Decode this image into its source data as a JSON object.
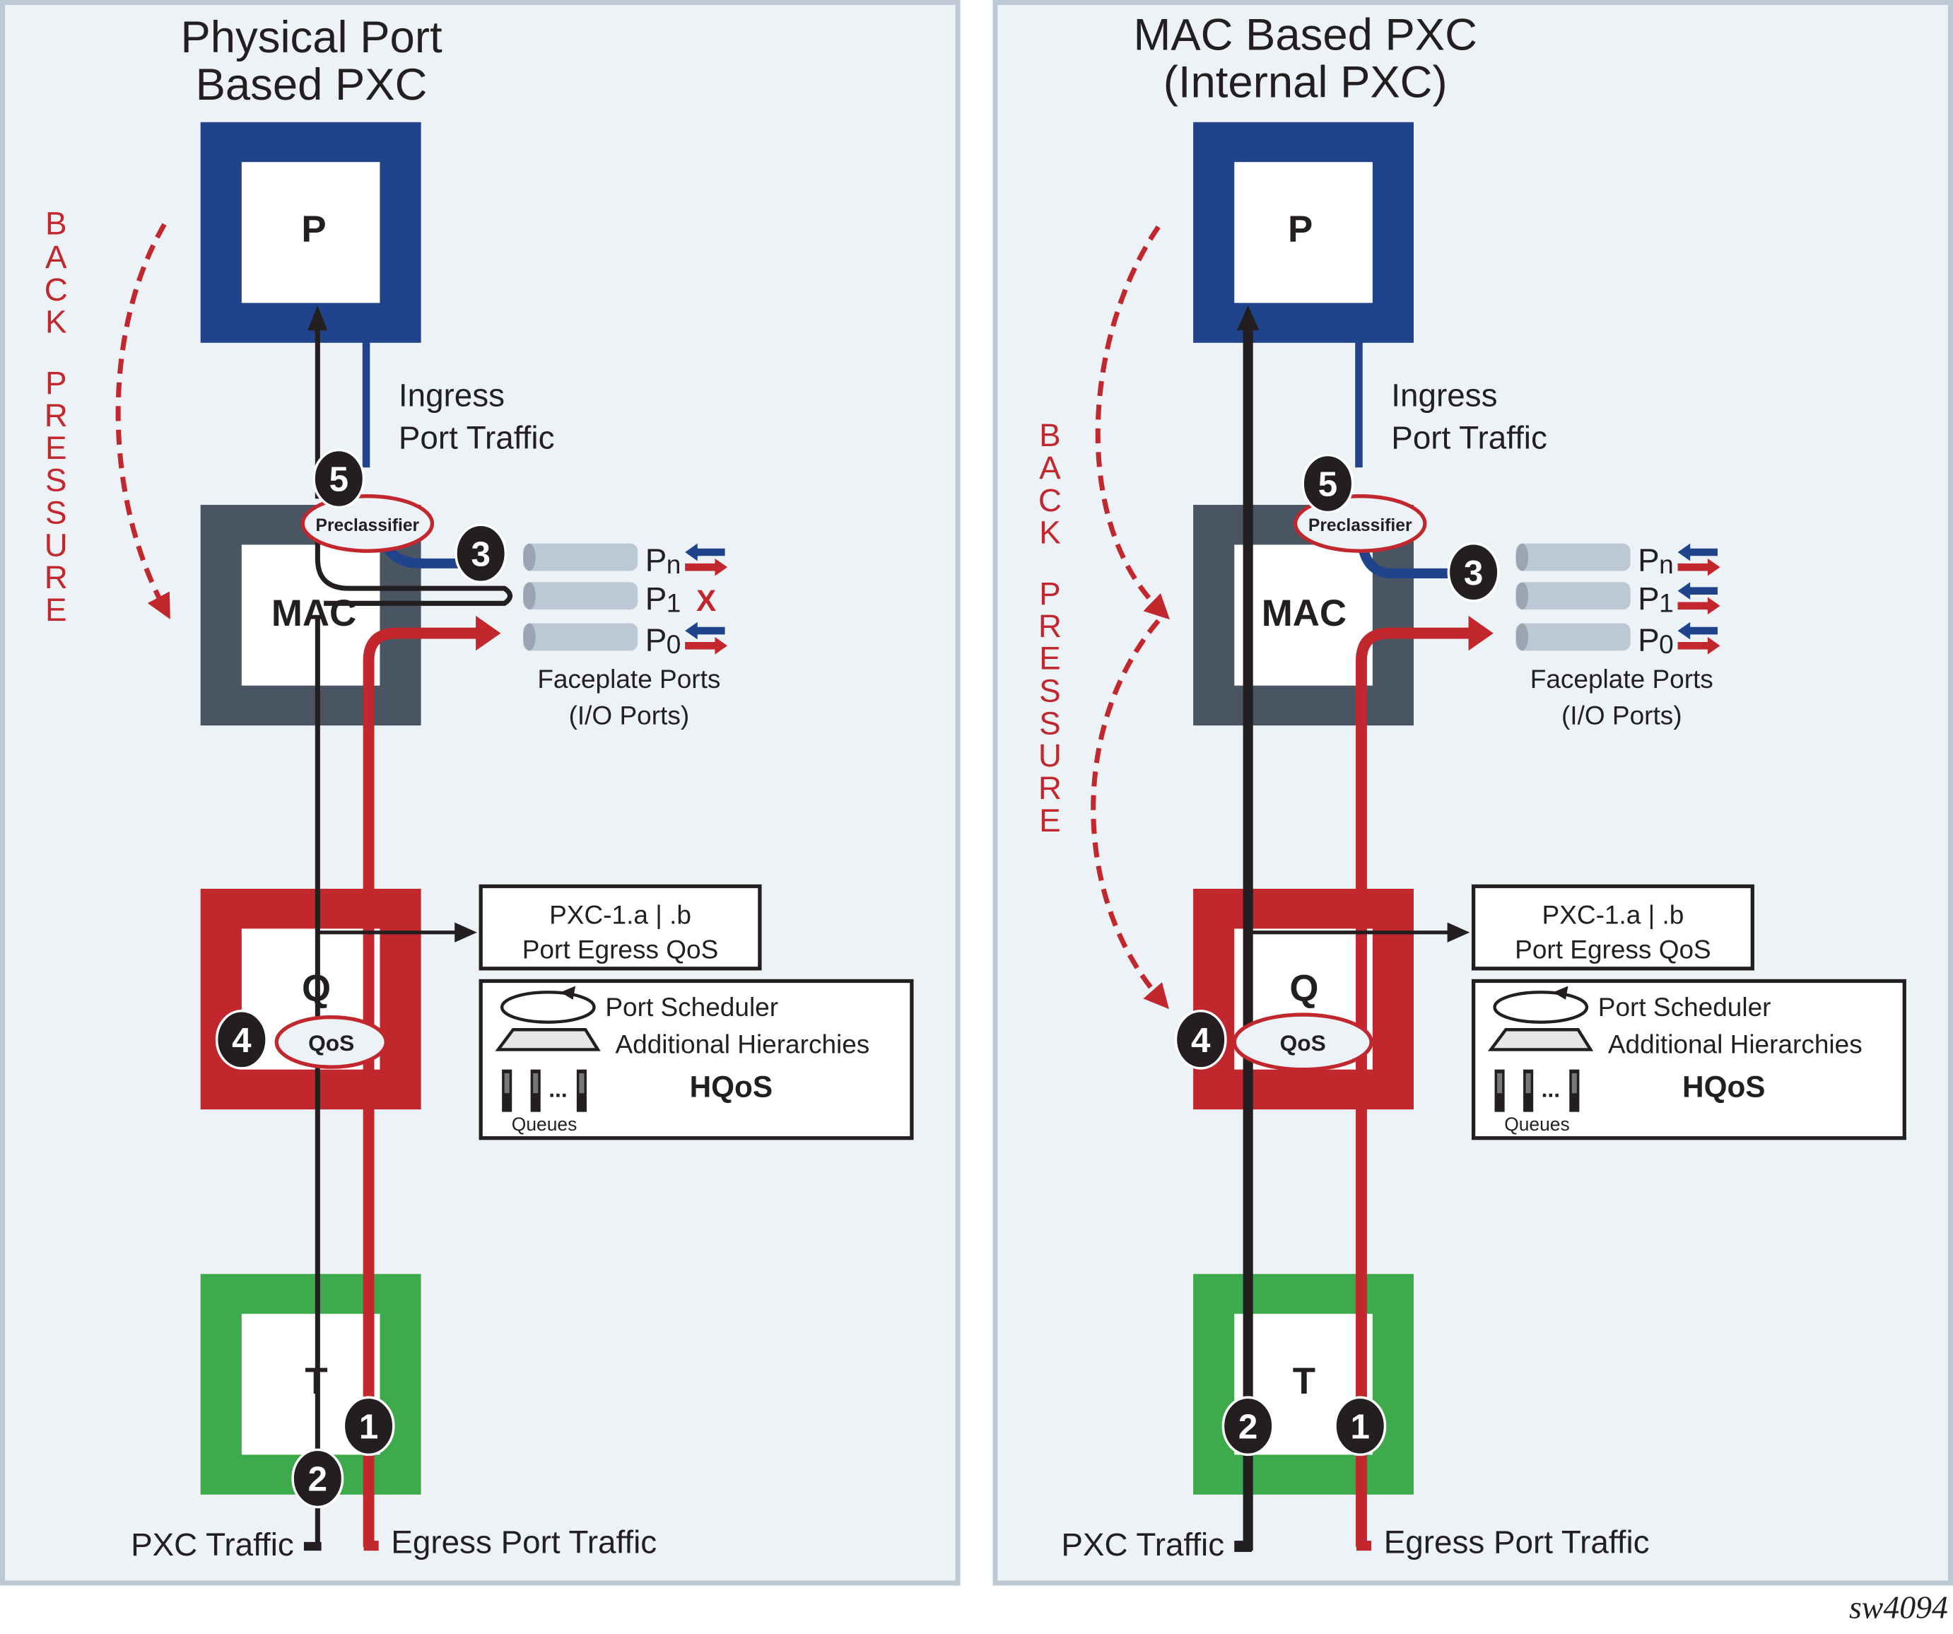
{
  "figure_id": "sw4094",
  "colors": {
    "panel_bg": "#edf2f7",
    "panel_border": "#bcc8d3",
    "p_box": "#1f448c",
    "mac_box": "#4a5564",
    "q_box": "#c1272d",
    "t_box": "#3dab4b",
    "pxc_line": "#231f20",
    "egress_line": "#c1272d",
    "ingress_line": "#1f448c",
    "back_pressure": "#c1272d",
    "port_cylinder": "#bcc8d3"
  },
  "panels": [
    {
      "id": "physical",
      "title_line1": "Physical Port",
      "title_line2": "Based PXC",
      "back_pressure_letters": [
        "B",
        "A",
        "C",
        "K",
        "",
        "P",
        "R",
        "E",
        "S",
        "S",
        "U",
        "R",
        "E"
      ],
      "boxes": {
        "p": "P",
        "mac": "MAC",
        "q": "Q",
        "t": "T"
      },
      "ingress_line1": "Ingress",
      "ingress_line2": "Port Traffic",
      "preclassifier": "Preclassifier",
      "qos": "QoS",
      "markers": {
        "one": "1",
        "two": "2",
        "three": "3",
        "four": "4",
        "five": "5"
      },
      "ports": [
        {
          "name": "P",
          "sub": "n",
          "state": "bidirectional"
        },
        {
          "name": "P",
          "sub": "1",
          "state": "blocked",
          "mark": "X"
        },
        {
          "name": "P",
          "sub": "0",
          "state": "bidirectional"
        }
      ],
      "ports_label_line1": "Faceplate Ports",
      "ports_label_line2": "(I/O Ports)",
      "pxc_box_line1": "PXC-1.a | .b",
      "pxc_box_line2": "Port Egress QoS",
      "hqos": {
        "scheduler": "Port Scheduler",
        "hierarchies": "Additional Hierarchies",
        "title": "HQoS",
        "queues": "Queues",
        "ellipsis": "..."
      },
      "pxc_traffic": "PXC Traffic",
      "egress_traffic": "Egress Port Traffic"
    },
    {
      "id": "mac",
      "title_line1": "MAC Based PXC",
      "title_line2": "(Internal PXC)",
      "back_pressure_letters": [
        "B",
        "A",
        "C",
        "K",
        "",
        "P",
        "R",
        "E",
        "S",
        "S",
        "U",
        "R",
        "E"
      ],
      "boxes": {
        "p": "P",
        "mac": "MAC",
        "q": "Q",
        "t": "T"
      },
      "ingress_line1": "Ingress",
      "ingress_line2": "Port Traffic",
      "preclassifier": "Preclassifier",
      "qos": "QoS",
      "markers": {
        "one": "1",
        "two": "2",
        "three": "3",
        "four": "4",
        "five": "5"
      },
      "ports": [
        {
          "name": "P",
          "sub": "n",
          "state": "bidirectional"
        },
        {
          "name": "P",
          "sub": "1",
          "state": "bidirectional"
        },
        {
          "name": "P",
          "sub": "0",
          "state": "bidirectional"
        }
      ],
      "ports_label_line1": "Faceplate Ports",
      "ports_label_line2": "(I/O Ports)",
      "pxc_box_line1": "PXC-1.a | .b",
      "pxc_box_line2": "Port Egress QoS",
      "hqos": {
        "scheduler": "Port Scheduler",
        "hierarchies": "Additional Hierarchies",
        "title": "HQoS",
        "queues": "Queues",
        "ellipsis": "..."
      },
      "pxc_traffic": "PXC Traffic",
      "egress_traffic": "Egress Port Traffic"
    }
  ]
}
